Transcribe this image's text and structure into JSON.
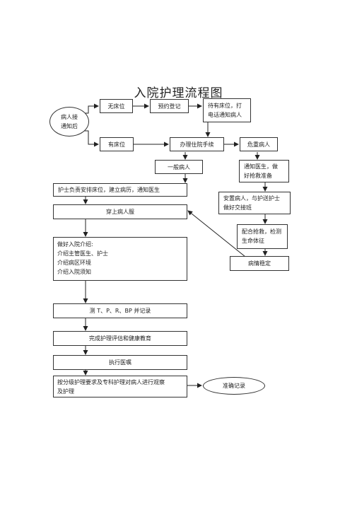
{
  "title": "入院护理流程图",
  "nodes": {
    "notify": [
      "病人接",
      "通知后"
    ],
    "no_bed": "无床位",
    "pre_register": "预约登记",
    "wait_bed": [
      "待有床位，打",
      "电话通知病人"
    ],
    "has_bed": "有床位",
    "admission": "办理住院手续",
    "critical": "危重病人",
    "general": "一般病人",
    "notify_doctor": [
      "通知医生，做",
      "好抢救准备"
    ],
    "nurse_bed": "护士负责安排床位，建立病历，通知医生",
    "settle": [
      "安置病人，与护送护士",
      "做好交接班"
    ],
    "gown": "穿上病人服",
    "cooperate": [
      "配合抢救，检测",
      "生命体征"
    ],
    "intro": [
      "做好入院介绍:",
      "介绍主管医生、护士",
      "介绍病区环境",
      "介绍入院须知"
    ],
    "stable": "病情稳定",
    "vitals": "测 T、P、R、BP 并记录",
    "assess": "完成护理评估和健康教育",
    "orders": "执行医嘱",
    "observe": [
      "按分级护理要求及专科护理对病人进行观察",
      "及护理"
    ],
    "record": "准确记录"
  }
}
